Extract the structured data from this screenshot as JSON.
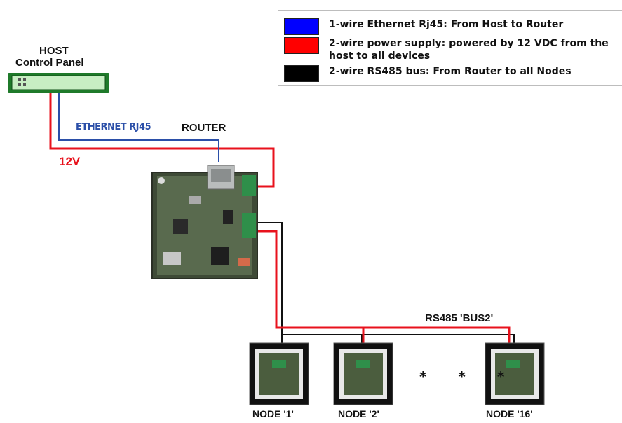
{
  "host": {
    "title": "HOST",
    "subtitle": "Control Panel"
  },
  "router": {
    "label": "ROUTER"
  },
  "wires": {
    "ethernet_label": "ETHERNET RJ45",
    "power_label": "12V",
    "bus_label": "RS485 'BUS2'"
  },
  "legend": [
    {
      "color": "#0000ff",
      "text": "1-wire Ethernet Rj45: From Host to Router"
    },
    {
      "color": "#ff0000",
      "text": "2-wire power supply: powered by 12 VDC from the\nhost to all devices"
    },
    {
      "color": "#000000",
      "text": "2-wire RS485 bus: From Router to all Nodes"
    }
  ],
  "nodes": [
    {
      "label": "NODE '1'"
    },
    {
      "label": "NODE '2'"
    },
    {
      "label": "NODE '16'"
    }
  ],
  "ellipsis": "* * *",
  "colors": {
    "ethernet": "#2b4fa8",
    "power": "#e8121c",
    "bus": "#111111",
    "host_panel": "#c8eec3",
    "host_border": "#1f7a2a"
  }
}
